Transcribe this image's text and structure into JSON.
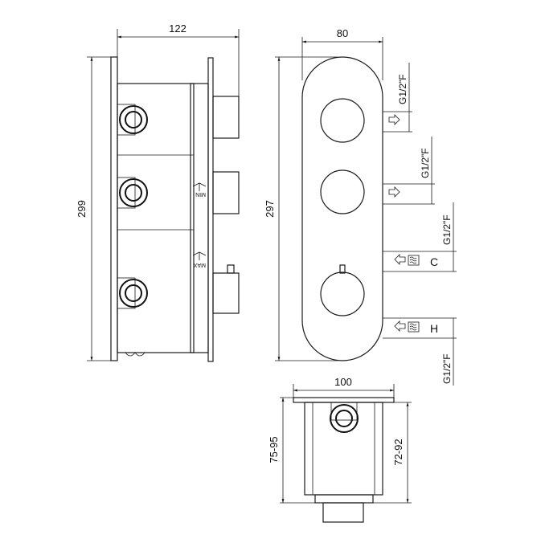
{
  "dimensions": {
    "side_width": "122",
    "side_height": "299",
    "front_width": "80",
    "front_height": "297",
    "top_width": "100",
    "top_depth_left": "75-95",
    "top_depth_right": "72-92"
  },
  "outlets": [
    {
      "thread": "G1/2\"F",
      "direction": "out",
      "label": ""
    },
    {
      "thread": "G1/2\"F",
      "direction": "out",
      "label": ""
    }
  ],
  "inlets": [
    {
      "thread": "G1/2\"F",
      "label": "C",
      "water": "cold"
    },
    {
      "thread": "G1/2\"F",
      "label": "H",
      "water": "hot"
    }
  ],
  "stops": {
    "min": "MIN",
    "max": "MAX"
  }
}
